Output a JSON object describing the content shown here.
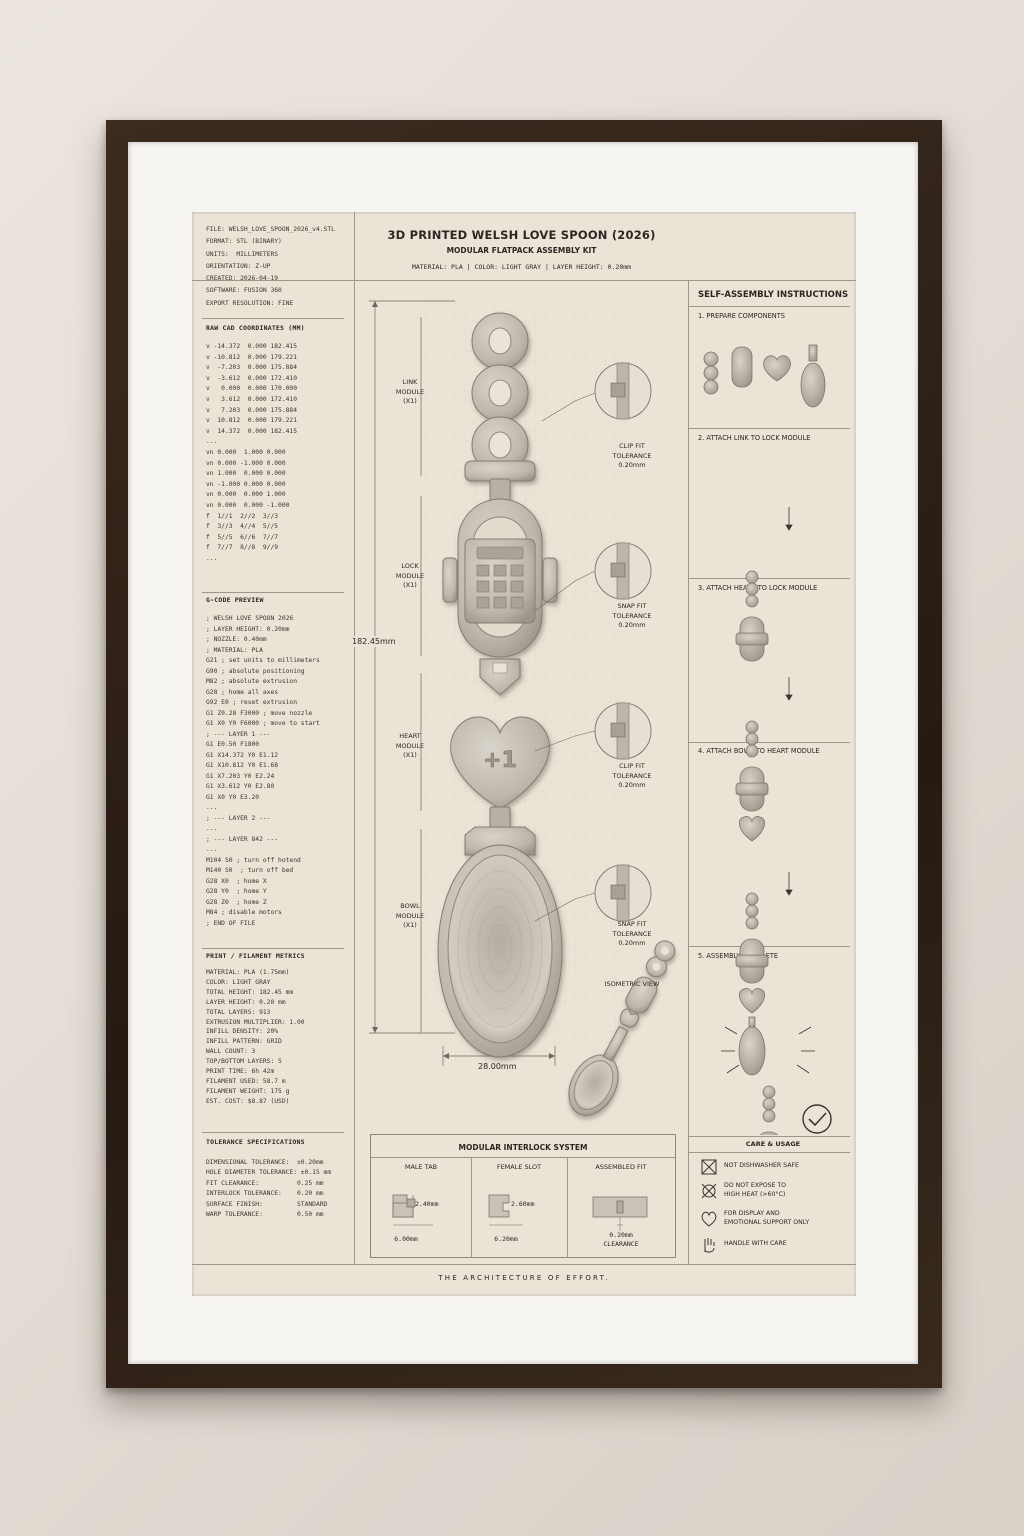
{
  "header": {
    "file_meta": [
      "FILE: WELSH_LOVE_SPOON_2026_v4.STL",
      "FORMAT: STL (BINARY)",
      "UNITS:  MILLIMETERS",
      "ORIENTATION: Z-UP",
      "CREATED: 2026-04-19",
      "SOFTWARE: FUSION 360",
      "EXPORT RESOLUTION: FINE"
    ],
    "title": "3D PRINTED WELSH LOVE SPOON (2026)",
    "subtitle": "MODULAR FLATPACK ASSEMBLY KIT",
    "specs": "MATERIAL: PLA  |  COLOR: LIGHT GRAY  |  LAYER HEIGHT: 0.20mm"
  },
  "cad": {
    "title": "RAW CAD COORDINATES (MM)",
    "lines": [
      "v -14.372  0.000 182.415",
      "v -10.812  0.000 179.221",
      "v  -7.203  0.000 175.884",
      "v  -3.612  0.000 172.410",
      "v   0.000  0.000 170.000",
      "v   3.612  0.000 172.410",
      "v   7.203  0.000 175.884",
      "v  10.812  0.000 179.221",
      "v  14.372  0.000 182.415",
      "...",
      "vn 0.000  1.000 0.000",
      "vn 0.000 -1.000 0.000",
      "vn 1.000  0.000 0.000",
      "vn -1.000 0.000 0.000",
      "vn 0.000  0.000 1.000",
      "vn 0.000  0.000 -1.000",
      "",
      "",
      "f  1//1  2//2  3//3",
      "f  3//3  4//4  5//5",
      "f  5//5  6//6  7//7",
      "f  7//7  8//8  9//9",
      "..."
    ]
  },
  "gcode": {
    "title": "G-CODE PREVIEW",
    "lines": [
      "; WELSH LOVE SPOON 2026",
      "; LAYER HEIGHT: 0.20mm",
      "; NOZZLE: 0.40mm",
      "; MATERIAL: PLA",
      "",
      "G21 ; set units to millimeters",
      "G90 ; absolute positioning",
      "M82 ; absolute extrusion",
      "G28 ; home all axes",
      "G92 E0 ; reset extrusion",
      "G1 Z0.28 F3000 ; move nozzle",
      "G1 X0 Y0 F6000 ; move to start",
      "",
      "; --- LAYER 1 ---",
      "G1 E0.50 F1800",
      "G1 X14.372 Y0 E1.12",
      "G1 X10.812 Y0 E1.68",
      "G1 X7.203 Y0 E2.24",
      "G1 X3.612 Y0 E2.80",
      "G1 X0 Y0 E3.20",
      "...",
      "; --- LAYER 2 ---",
      "...",
      "; --- LAYER 842 ---",
      "...",
      "M104 S0 ; turn off hotend",
      "M140 S0  ; turn off bed",
      "G28 X0  ; home X",
      "G28 Y0  ; home Y",
      "G28 Z0  ; home Z",
      "M84 ; disable motors",
      "; END OF FILE"
    ]
  },
  "metrics": {
    "title": "PRINT / FILAMENT METRICS",
    "lines": [
      "MATERIAL: PLA (1.75mm)",
      "COLOR: LIGHT GRAY",
      "TOTAL HEIGHT: 182.45 mm",
      "LAYER HEIGHT: 0.20 mm",
      "TOTAL LAYERS: 913",
      "EXTRUSION MULTIPLIER: 1.00",
      "INFILL DENSITY: 20%",
      "INFILL PATTERN: GRID",
      "WALL COUNT: 3",
      "TOP/BOTTOM LAYERS: 5",
      "PRINT TIME: 6h 42m",
      "FILAMENT USED: 58.7 m",
      "FILAMENT WEIGHT: 175 g",
      "EST. COST: $8.87 (USD)"
    ]
  },
  "tolerance": {
    "title": "TOLERANCE SPECIFICATIONS",
    "lines": [
      "DIMENSIONAL TOLERANCE:  ±0.20mm",
      "HOLE DIAMETER TOLERANCE: ±0.15 mm",
      "FIT CLEARANCE:          0.25 mm",
      "INTERLOCK TOLERANCE:    0.20 mm",
      "SURFACE FINISH:         STANDARD",
      "WARP TOLERANCE:         0.50 mm"
    ]
  },
  "drawing": {
    "modules": [
      {
        "name": "LINK\nMODULE\n(X1)"
      },
      {
        "name": "LOCK\nMODULE\n(X1)"
      },
      {
        "name": "HEART\nMODULE\n(X1)"
      },
      {
        "name": "BOWL\nMODULE\n(X1)"
      }
    ],
    "height_dim": "182.45mm",
    "width_dim": "28.00mm",
    "heart_text": "+1",
    "callouts": [
      {
        "label": "CLIP FIT\nTOLERANCE\n0.20mm"
      },
      {
        "label": "SNAP FIT\nTOLERANCE\n0.20mm"
      },
      {
        "label": "CLIP FIT\nTOLERANCE\n0.20mm"
      },
      {
        "label": "SNAP FIT\nTOLERANCE\n0.20mm"
      }
    ],
    "iso_label": "ISOMETRIC VIEW"
  },
  "instructions": {
    "title": "SELF-ASSEMBLY INSTRUCTIONS",
    "steps": [
      "1. PREPARE COMPONENTS",
      "2. ATTACH LINK TO LOCK MODULE",
      "3. ATTACH HEART TO LOCK MODULE",
      "4. ATTACH BOWL TO HEART MODULE",
      "5. ASSEMBLY COMPLETE"
    ]
  },
  "interlock": {
    "title": "MODULAR INTERLOCK SYSTEM",
    "cols": [
      {
        "head": "MALE TAB",
        "dim": "2.40mm",
        "width": "6.00mm"
      },
      {
        "head": "FEMALE SLOT",
        "dim": "2.60mm",
        "width": "6.20mm"
      },
      {
        "head": "ASSEMBLED FIT",
        "dim": "",
        "width": "0.20mm\nCLEARANCE"
      }
    ]
  },
  "care": {
    "title": "CARE & USAGE",
    "items": [
      {
        "icon": "no-dishwasher-icon",
        "text": "NOT DISHWASHER SAFE"
      },
      {
        "icon": "no-heat-icon",
        "text": "DO NOT EXPOSE TO\nHIGH HEAT (>60°C)"
      },
      {
        "icon": "heart-icon",
        "text": "FOR DISPLAY AND\nEMOTIONAL SUPPORT ONLY"
      },
      {
        "icon": "hand-icon",
        "text": "HANDLE WITH CARE"
      }
    ]
  },
  "footer": "THE ARCHITECTURE OF EFFORT."
}
